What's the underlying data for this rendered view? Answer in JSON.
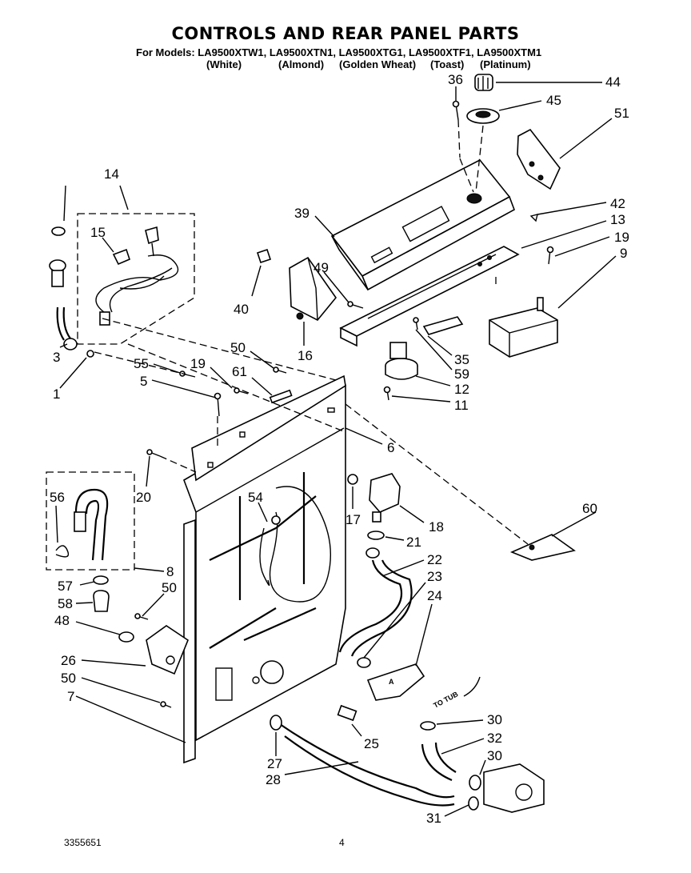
{
  "header": {
    "title": "CONTROLS AND REAR PANEL PARTS",
    "models_line": "For Models: LA9500XTW1, LA9500XTN1, LA9500XTG1, LA9500XTF1, LA9500XTM1",
    "colors": [
      "(White)",
      "(Almond)",
      "(Golden Wheat)",
      "(Toast)",
      "(Platinum)"
    ]
  },
  "diagram": {
    "tub_label": "TO TUB",
    "callouts": [
      "36",
      "44",
      "45",
      "51",
      "14",
      "42",
      "13",
      "39",
      "19",
      "9",
      "15",
      "49",
      "40",
      "16",
      "35",
      "59",
      "12",
      "11",
      "50",
      "55",
      "19",
      "61",
      "5",
      "3",
      "1",
      "6",
      "20",
      "56",
      "54",
      "17",
      "18",
      "21",
      "60",
      "22",
      "8",
      "23",
      "57",
      "50",
      "58",
      "24",
      "48",
      "26",
      "50",
      "7",
      "25",
      "30",
      "32",
      "27",
      "30",
      "28",
      "31"
    ]
  },
  "footer": {
    "doc_number": "3355651",
    "page_number": "4"
  }
}
